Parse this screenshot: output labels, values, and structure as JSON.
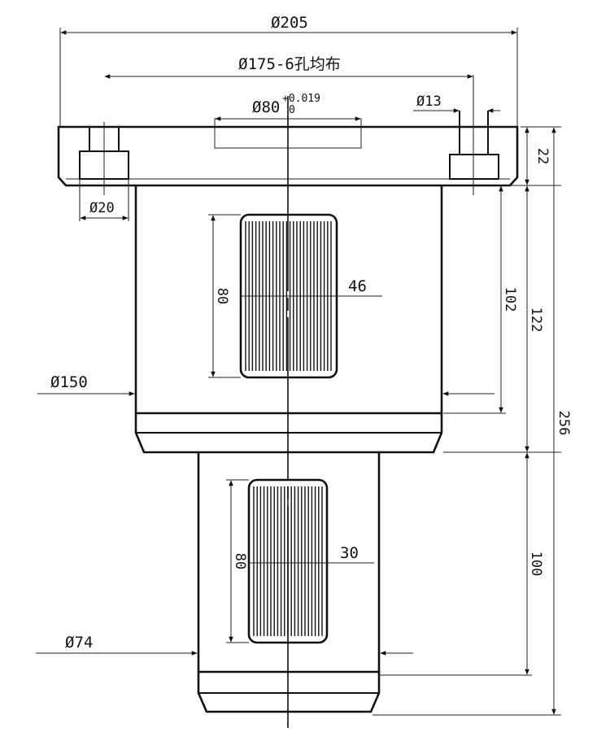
{
  "dimensions": {
    "outer_diameter": "Ø205",
    "bolt_circle": "Ø175-6孔均布",
    "bore_diameter": "Ø80",
    "bore_tol_upper": "+0.019",
    "bore_tol_lower": "0",
    "hole_diameter": "Ø13",
    "counterbore_diameter": "Ø20",
    "upper_body_diameter": "Ø150",
    "lower_body_diameter": "Ø74",
    "flange_thickness": "22",
    "upper_spline_length": "102",
    "upper_section_height": "122",
    "total_height": "256",
    "lower_section_height": "100",
    "upper_spline_height": "80",
    "upper_spline_width": "46",
    "lower_spline_height": "80",
    "lower_spline_width": "30"
  }
}
